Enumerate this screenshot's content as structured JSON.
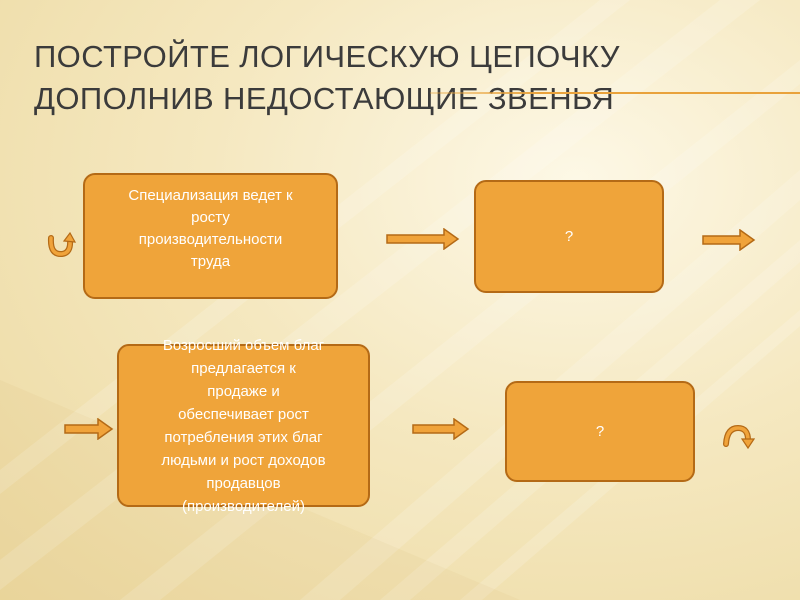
{
  "title": {
    "line1": "Постройте логическую цепочку",
    "line2": "дополнив недостающие звенья"
  },
  "boxes": [
    {
      "id": "box1",
      "text": "Специализация ведет к\nросту\nпроизводительности\nтруда"
    },
    {
      "id": "box2",
      "text": "?"
    },
    {
      "id": "box3",
      "text": "Возросший объем благ\nпредлагается к\nпродаже и\nобеспечивает рост\nпотребления этих благ\nлюдьми и рост доходов\nпродавцов\n(производителей)"
    },
    {
      "id": "box4",
      "text": "?"
    }
  ],
  "colors": {
    "box_fill": "#efa43a",
    "box_border": "#b46a16",
    "arrow_fill": "#f0a33a",
    "title_text": "#3b3b3b",
    "background": "#f5e8c0"
  },
  "icons": [
    "right-arrow-icon",
    "curved-arrow-icon"
  ]
}
